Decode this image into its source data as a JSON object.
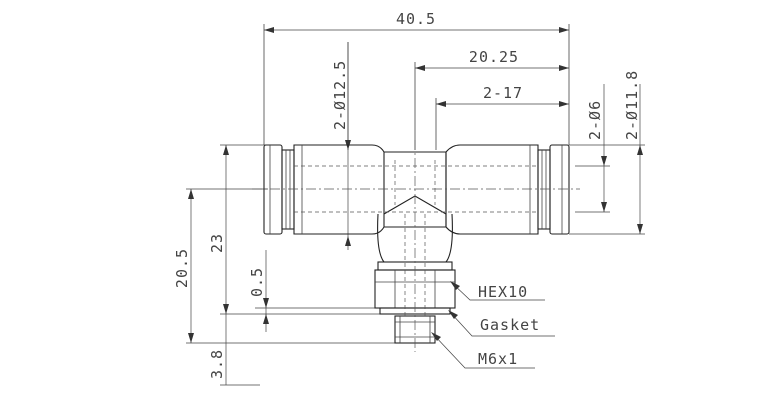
{
  "dimensions": {
    "overall_length": "40.5",
    "half_length": "20.25",
    "tube_insert": "2-17",
    "tube_od": "2-Ø6",
    "release_ring_od": "2-Ø11.8",
    "body_od": "2-Ø12.5",
    "total_height": "23",
    "axis_height": "20.5",
    "gasket_thickness": "0.5",
    "thread_length": "3.8"
  },
  "callouts": {
    "hex": "HEX10",
    "gasket": "Gasket",
    "thread": "M6x1"
  }
}
